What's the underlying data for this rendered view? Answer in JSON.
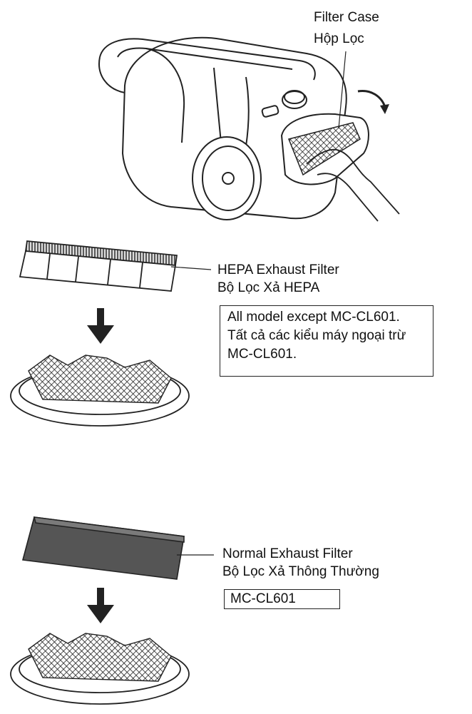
{
  "filter_case": {
    "label_en": "Filter Case",
    "label_vi": "Hộp Lọc"
  },
  "hepa": {
    "label_en": "HEPA Exhaust Filter",
    "label_vi": "Bộ Lọc Xả HEPA",
    "note_lines": [
      "All model except MC-CL601.",
      "Tất cả các kiểu máy ngoại trừ",
      "MC-CL601."
    ]
  },
  "normal": {
    "label_en": "Normal Exhaust Filter",
    "label_vi": "Bộ Lọc Xả Thông Thường",
    "note": "MC-CL601"
  }
}
